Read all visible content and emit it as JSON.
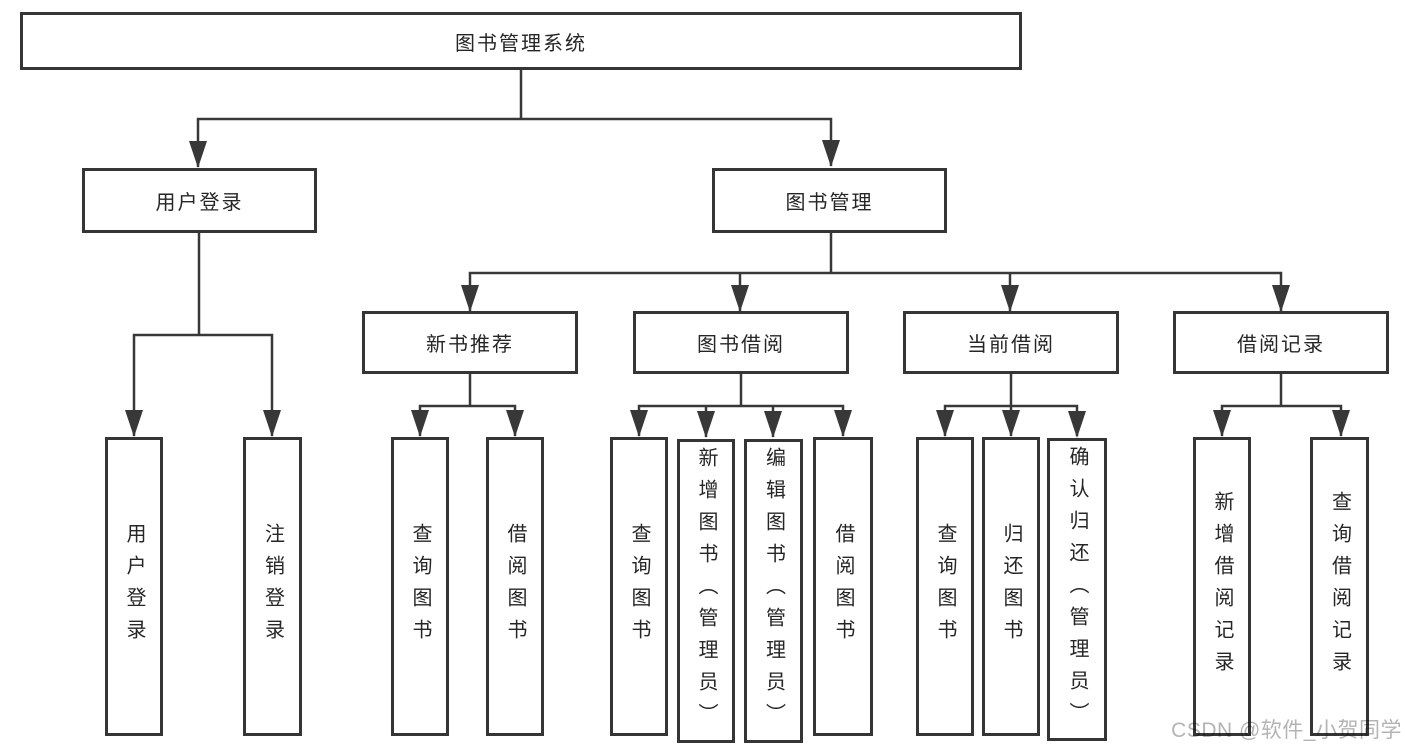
{
  "root": {
    "label": "图书管理系统"
  },
  "branches": [
    {
      "id": "user-login",
      "label": "用户登录",
      "children": [
        "用户登录",
        "注销登录"
      ]
    },
    {
      "id": "book-management",
      "label": "图书管理",
      "sections": [
        {
          "label": "新书推荐",
          "children": [
            "查询图书",
            "借阅图书"
          ]
        },
        {
          "label": "图书借阅",
          "children": [
            "查询图书",
            "新增图书（管理员）",
            "编辑图书（管理员）",
            "借阅图书"
          ]
        },
        {
          "label": "当前借阅",
          "children": [
            "查询图书",
            "归还图书",
            "确认归还（管理员）"
          ]
        },
        {
          "label": "借阅记录",
          "children": [
            "新增借阅记录",
            "查询借阅记录"
          ]
        }
      ]
    }
  ],
  "watermark": "CSDN @软件_小贺同学",
  "colors": {
    "line": "#383838",
    "box_border": "#353535",
    "text": "#262626",
    "watermark": "#b4b4b4",
    "background": "#ffffff"
  }
}
